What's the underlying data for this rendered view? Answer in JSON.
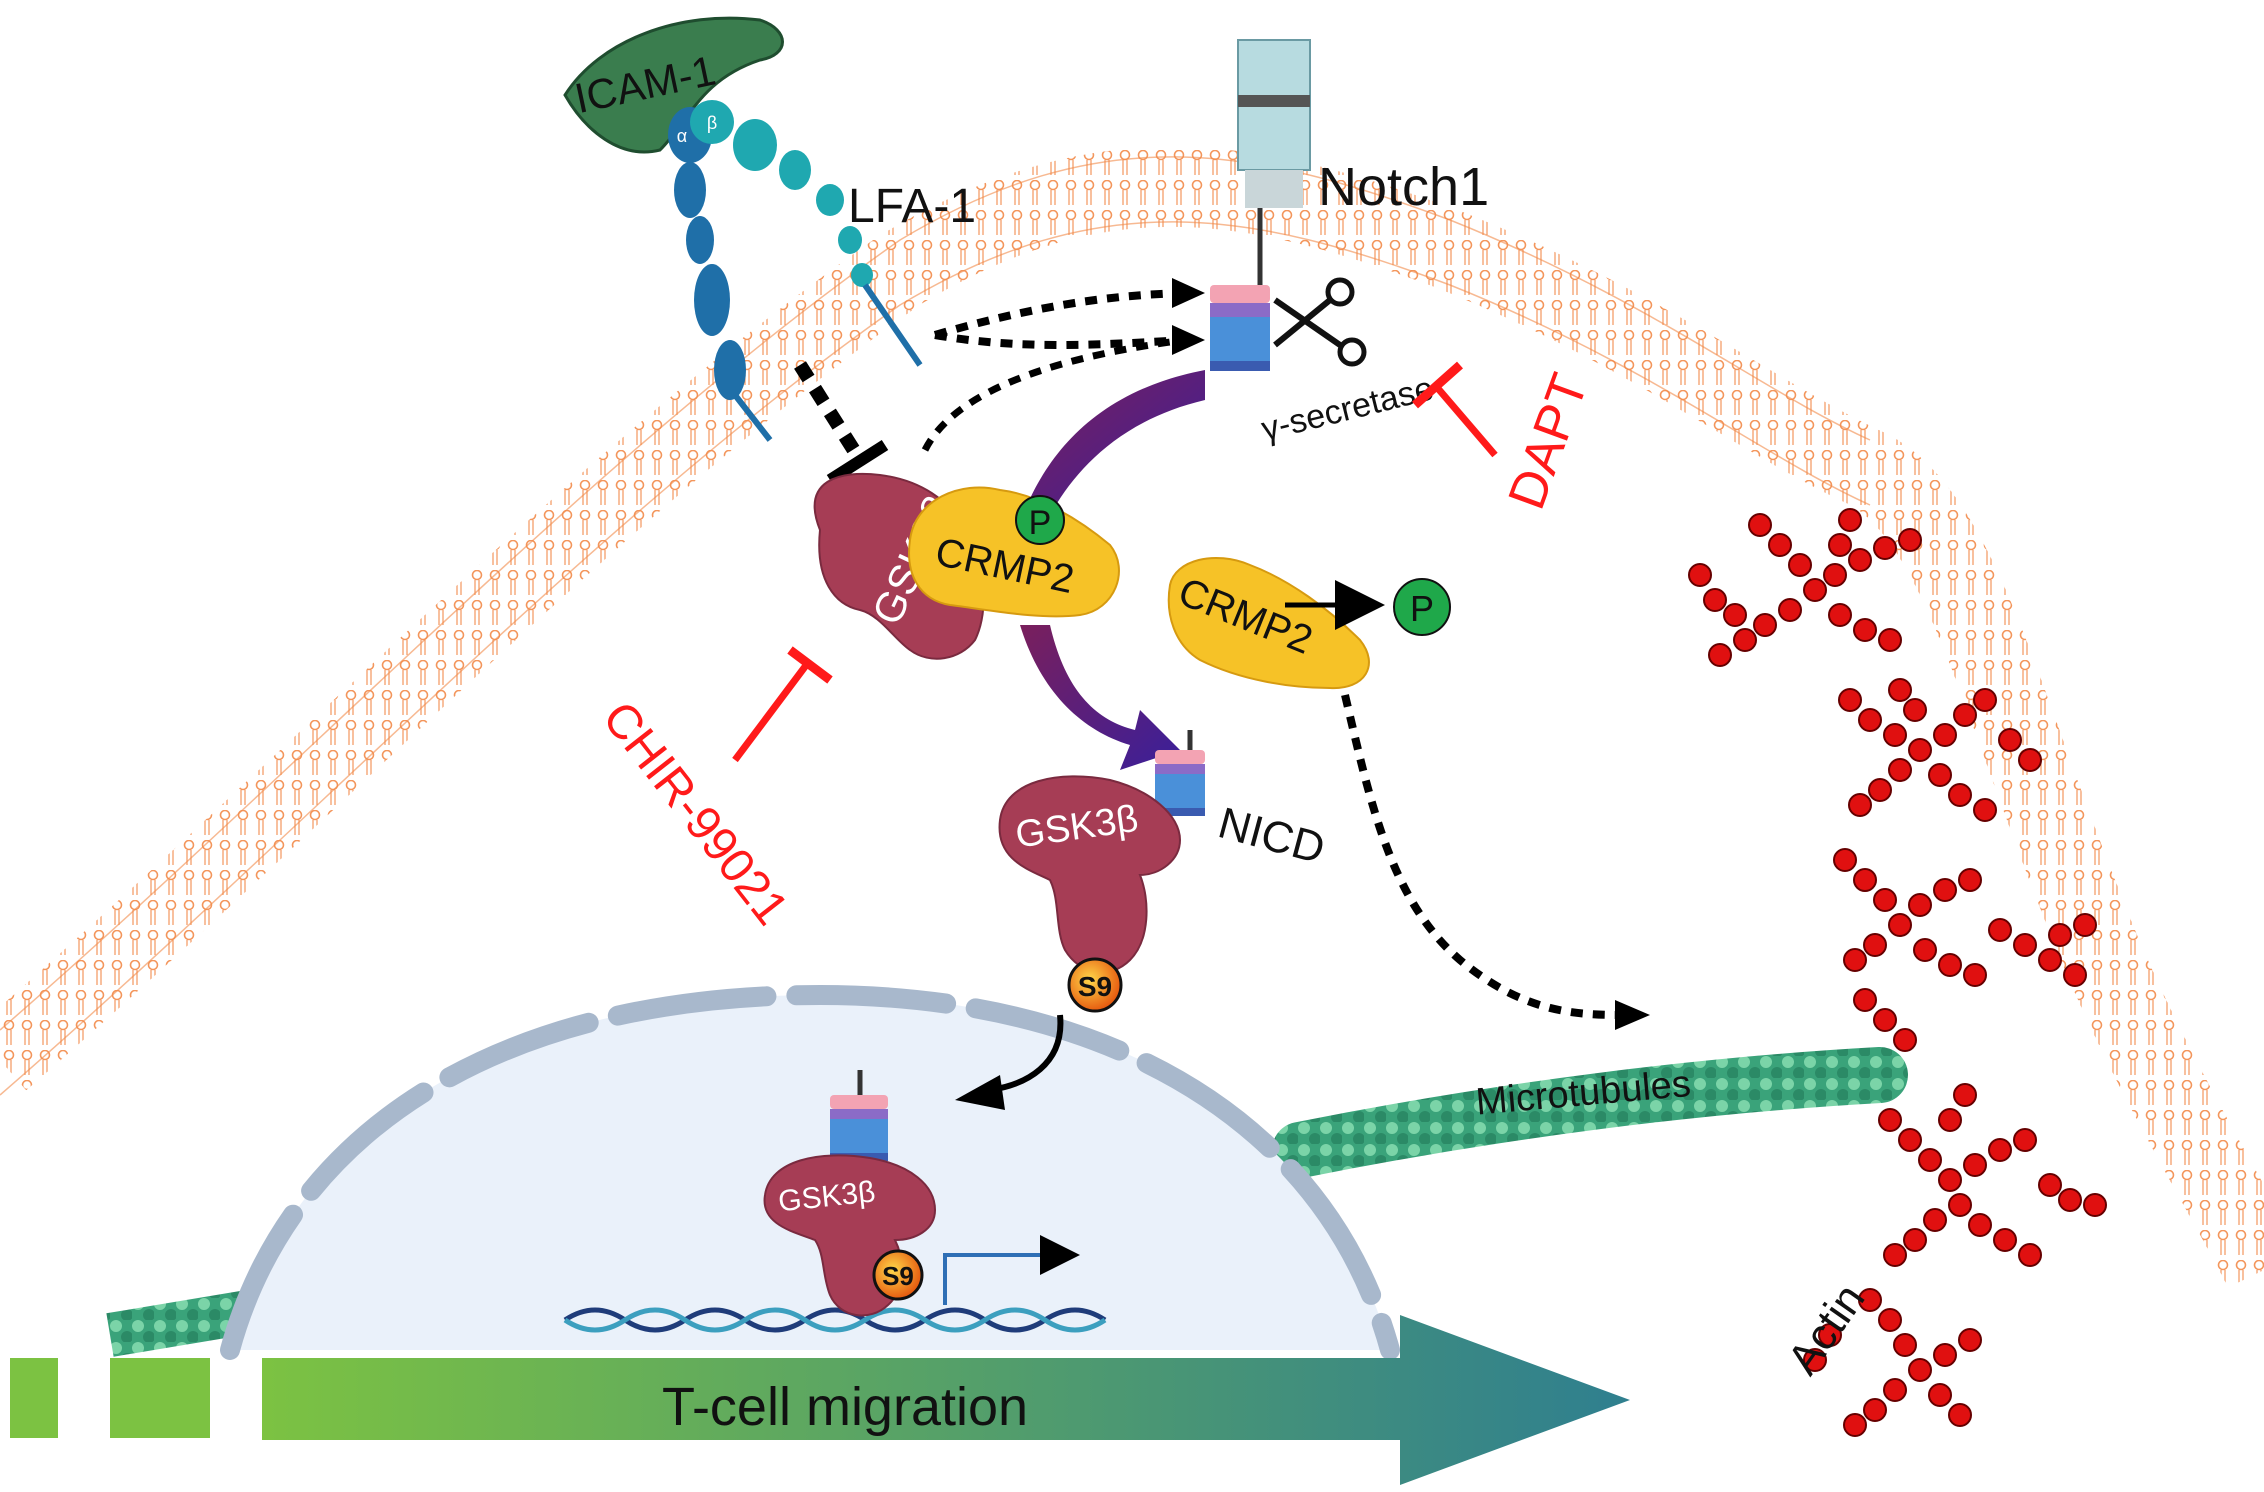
{
  "labels": {
    "icam1": "ICAM-1",
    "alpha": "α",
    "beta": "β",
    "lfa1": "LFA-1",
    "notch1": "Notch1",
    "gamma_secretase": "γ-secretase",
    "dapt": "DAPT",
    "gsk3b": "GSK3β",
    "crmp2": "CRMP2",
    "phospho": "P",
    "chir": "CHIR-99021",
    "nicd": "NICD",
    "s9": "S9",
    "microtubules": "Microtubules",
    "actin": "Actin",
    "migration": "T-cell migration"
  },
  "colors": {
    "membrane": "#f28a4a",
    "inhibitor": "#ff1a1a",
    "gsk": "#a63d55",
    "crmp": "#f6c227",
    "phospho": "#1fa84a",
    "actin": "#e01010",
    "microtubule": "#3aa37a",
    "nucleus": "#eaf1fa",
    "arrow_start": "#7cc242",
    "arrow_end": "#2f7f8f"
  }
}
